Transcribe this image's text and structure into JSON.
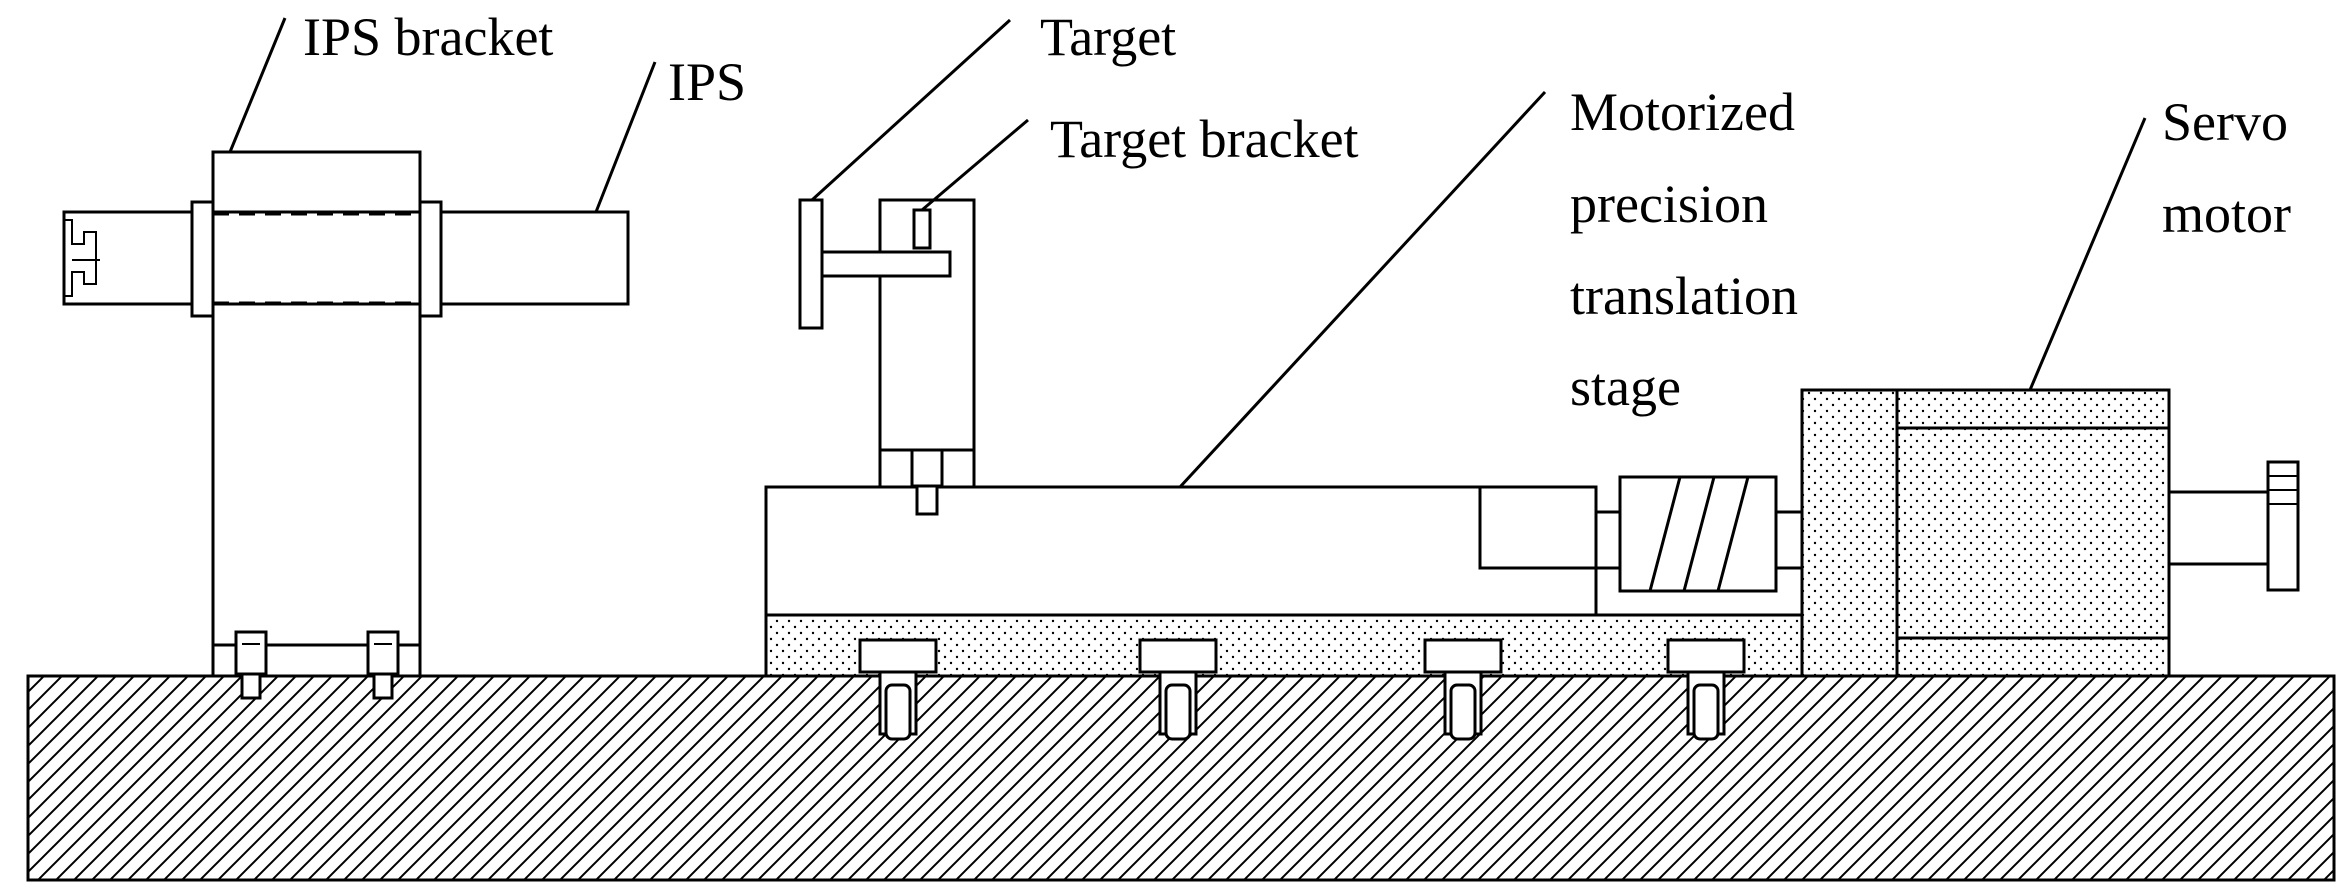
{
  "labels": {
    "ips_bracket": "IPS bracket",
    "ips": "IPS",
    "target": "Target",
    "target_bracket": "Target bracket",
    "stage_line1": "Motorized",
    "stage_line2": "precision",
    "stage_line3": "translation",
    "stage_line4": "stage",
    "servo_line1": "Servo",
    "servo_line2": "motor"
  }
}
